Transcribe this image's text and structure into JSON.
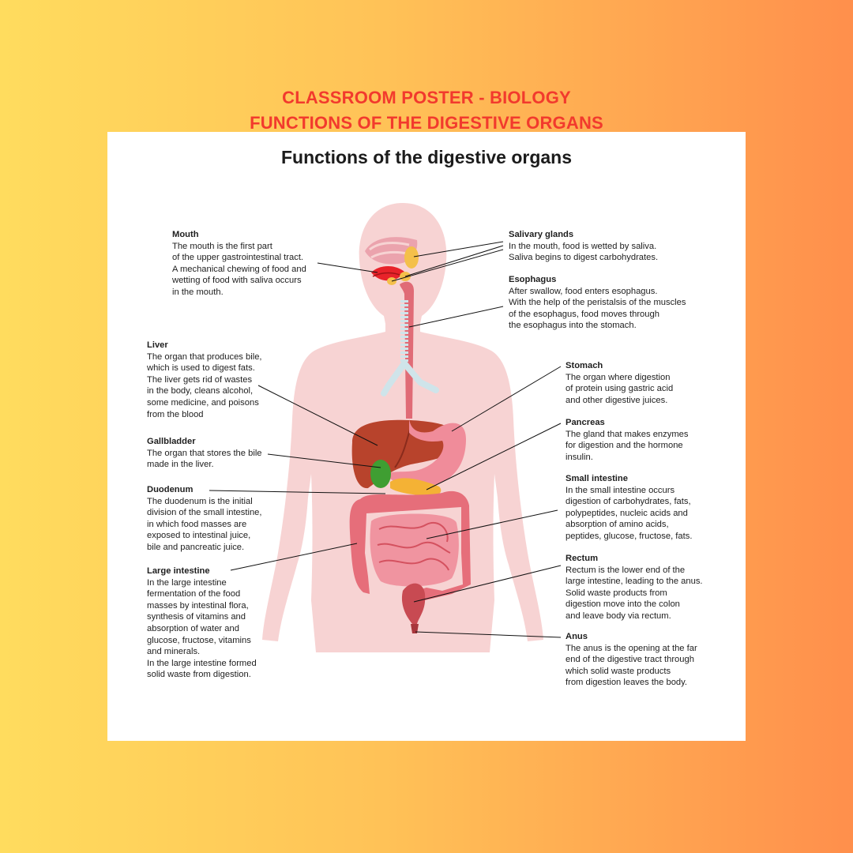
{
  "header": {
    "line1": "CLASSROOM POSTER - BIOLOGY",
    "line2": "FUNCTIONS OF THE DIGESTIVE ORGANS"
  },
  "poster": {
    "title": "Functions of the digestive organs"
  },
  "organs": {
    "mouth": {
      "title": "Mouth",
      "desc": "The mouth is the first part\nof the upper gastrointestinal tract.\nA mechanical chewing of food and\nwetting of food with saliva occurs\nin the mouth."
    },
    "salivary": {
      "title": "Salivary glands",
      "desc": "In the mouth, food is wetted by saliva.\nSaliva begins to digest carbohydrates."
    },
    "esophagus": {
      "title": "Esophagus",
      "desc": "After swallow, food enters esophagus.\nWith the help of the peristalsis of the muscles\nof the esophagus, food moves through\nthe esophagus into the stomach."
    },
    "liver": {
      "title": "Liver",
      "desc": "The organ that produces bile,\nwhich is used to digest fats.\nThe liver gets rid of wastes\nin the body, cleans alcohol,\nsome medicine, and poisons\nfrom the blood"
    },
    "stomach": {
      "title": "Stomach",
      "desc": "The organ where digestion\nof protein using gastric acid\nand other digestive juices."
    },
    "pancreas": {
      "title": "Pancreas",
      "desc": "The gland that makes enzymes\nfor digestion and the hormone\ninsulin."
    },
    "gallbladder": {
      "title": "Gallbladder",
      "desc": "The organ that stores the bile\nmade in the liver."
    },
    "duodenum": {
      "title": "Duodenum",
      "desc": "The duodenum is the initial\ndivision of the small intestine,\nin which food masses are\nexposed to intestinal juice,\nbile and pancreatic juice."
    },
    "small_intestine": {
      "title": "Small intestine",
      "desc": "In the small intestine occurs\ndigestion of carbohydrates, fats,\npolypeptides, nucleic acids and\nabsorption of amino acids,\npeptides, glucose, fructose, fats."
    },
    "large_intestine": {
      "title": "Large intestine",
      "desc": "In the large intestine\nfermentation of the food\nmasses by intestinal flora,\nsynthesis of vitamins and\nabsorption of water and\nglucose, fructose, vitamins\nand minerals.\nIn the large intestine formed\nsolid waste from digestion."
    },
    "rectum": {
      "title": "Rectum",
      "desc": "Rectum is the lower end of the\nlarge intestine, leading to the anus.\nSolid waste products from\ndigestion move into the colon\nand leave body via rectum."
    },
    "anus": {
      "title": "Anus",
      "desc": "The anus is the opening at the far\nend of the digestive tract through\nwhich solid waste products\nfrom digestion leaves the body."
    }
  },
  "colors": {
    "title_red": "#f23a2d",
    "body_silhouette": "#f7d3d3",
    "liver": "#b8432c",
    "stomach": "#f08c9a",
    "gallbladder": "#3f9e32",
    "pancreas": "#f4b235",
    "intestine": "#e66e7a"
  }
}
